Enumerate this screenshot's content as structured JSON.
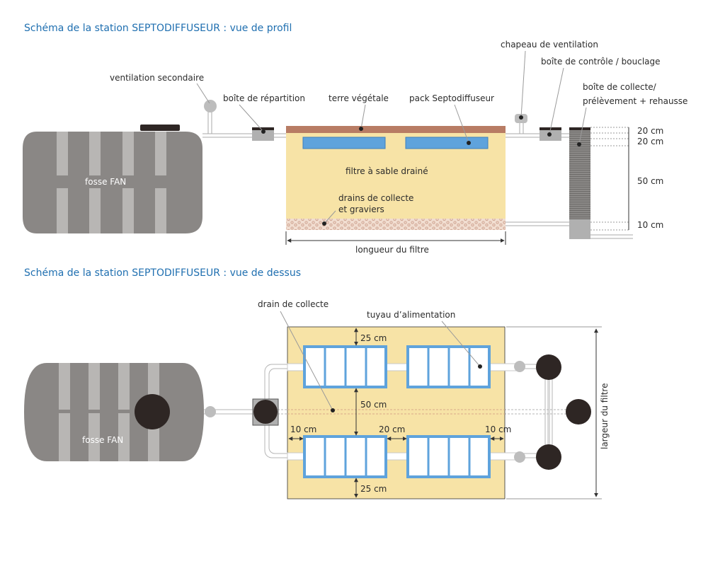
{
  "profile": {
    "title": "Schéma de la station SEPTODIFFUSEUR : vue de profil",
    "labels": {
      "ventilation_secondaire": "ventilation secondaire",
      "boite_repartition": "boîte de répartition",
      "terre_vegetale": "terre végétale",
      "pack_septodiffuseur": "pack Septodiffuseur",
      "chapeau_ventilation": "chapeau de ventilation",
      "boite_controle": "boîte de contrôle / bouclage",
      "boite_collecte_1": "boîte de collecte/",
      "boite_collecte_2": "prélèvement + rehausse",
      "fosse": "fosse FAN",
      "filtre_sable": "filtre à sable drainé",
      "drains_1": "drains de collecte",
      "drains_2": "et graviers",
      "longueur": "longueur du filtre"
    },
    "dimensions": [
      "20 cm",
      "20 cm",
      "50 cm",
      "10 cm"
    ]
  },
  "top": {
    "title": "Schéma de la station SEPTODIFFUSEUR : vue de dessus",
    "labels": {
      "drain_collecte": "drain de collecte",
      "tuyau_alimentation": "tuyau d’alimentation",
      "fosse": "fosse FAN",
      "largeur": "largeur du filtre"
    },
    "dimensions": {
      "top_gap": "25 cm",
      "middle_gap": "50 cm",
      "left_gap": "10 cm",
      "between_gap": "20 cm",
      "right_gap": "10 cm",
      "bottom_gap": "25 cm"
    }
  },
  "colors": {
    "title": "#1f6fb0",
    "tank": "#8a8785",
    "tank_stripe": "#b8b6b4",
    "sand": "#f7e3a6",
    "topsoil": "#b87c64",
    "pack": "#5fa3dc",
    "box": "#b0b0b0",
    "dark": "#2e2624"
  }
}
